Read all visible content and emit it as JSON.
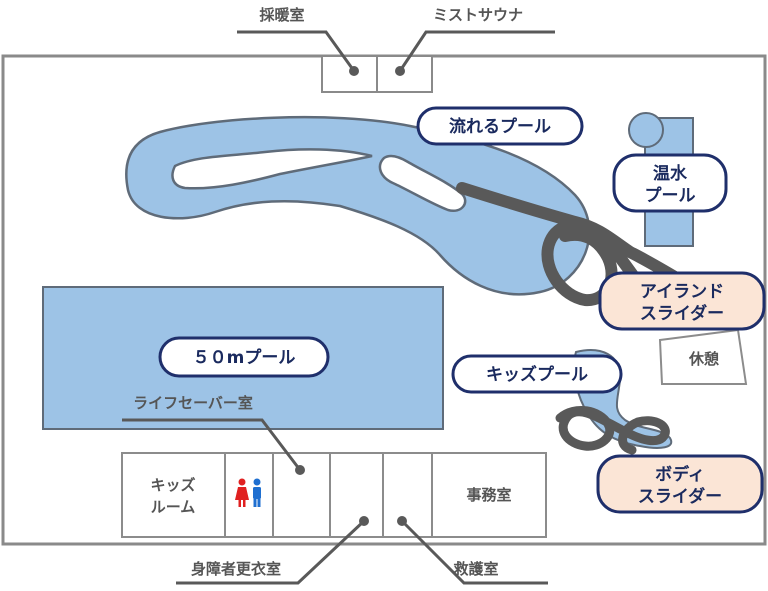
{
  "colors": {
    "water": "#9dc3e6",
    "water_border": "#5f6b79",
    "wall": "#8a8a8a",
    "room_line": "#8c8c8c",
    "pill_border": "#1f2f6b",
    "pill_text": "#1a2a5e",
    "slider_fill": "#fbe5d6",
    "slider_track": "#595959",
    "leader": "#595959",
    "room_text": "#555555",
    "toilet_female": "#e02020",
    "toilet_male": "#1f6fd0"
  },
  "top_rooms": {
    "heating_room": "採暖室",
    "mist_sauna": "ミストサウナ"
  },
  "pools": {
    "flowing": "流れるプール",
    "warm_line1": "温水",
    "warm_line2": "プール",
    "fifty": "５０mプール",
    "kids": "キッズプール"
  },
  "sliders": {
    "island_line1": "アイランド",
    "island_line2": "スライダー",
    "body_line1": "ボディ",
    "body_line2": "スライダー"
  },
  "rooms": {
    "rest": "休憩",
    "kids_room_line1": "キッズ",
    "kids_room_line2": "ルーム",
    "office": "事務室",
    "lifeguard": "ライフセーバー室",
    "accessible_changing": "身障者更衣室",
    "first_aid": "救護室"
  },
  "icons": {
    "toilet": "toilet-icon"
  }
}
